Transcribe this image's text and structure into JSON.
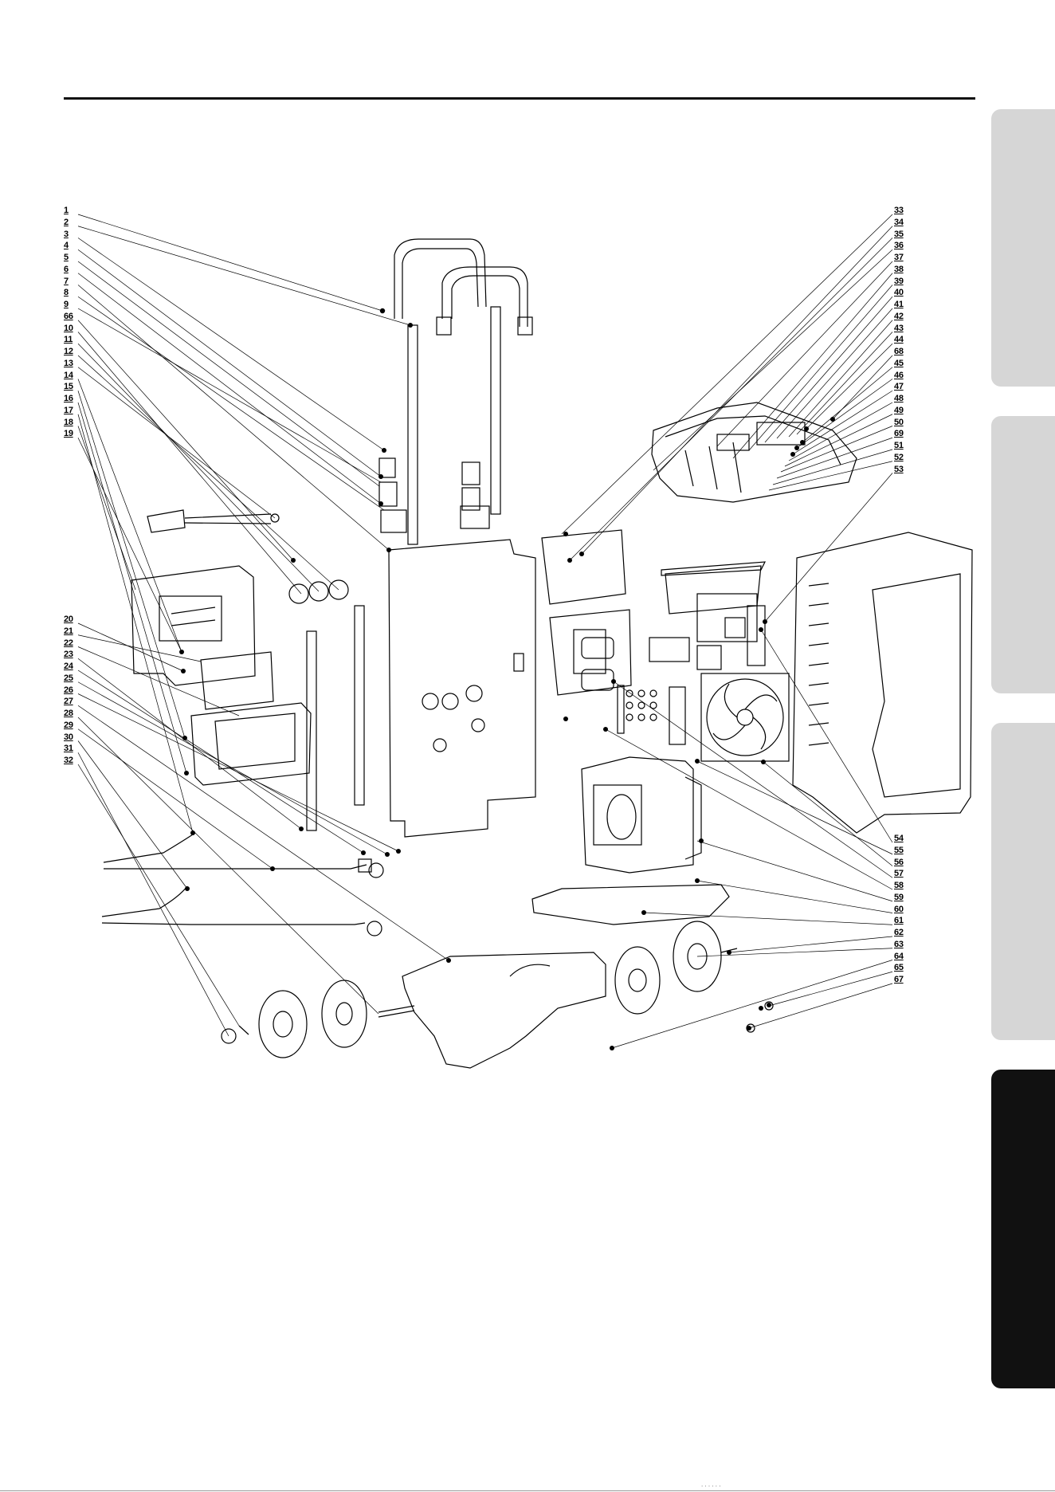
{
  "left_callouts": [
    "1",
    "2",
    "3",
    "4",
    "5",
    "6",
    "7",
    "8",
    "9",
    "66",
    "10",
    "11",
    "12",
    "13",
    "14",
    "15",
    "16",
    "17",
    "18",
    "19",
    "20",
    "21",
    "22",
    "23",
    "24",
    "25",
    "26",
    "27",
    "28",
    "29",
    "30",
    "31",
    "32"
  ],
  "right_callouts": [
    "33",
    "34",
    "35",
    "36",
    "37",
    "38",
    "39",
    "40",
    "41",
    "42",
    "43",
    "44",
    "68",
    "45",
    "46",
    "47",
    "48",
    "49",
    "50",
    "69",
    "51",
    "52",
    "53",
    "54",
    "55",
    "56",
    "57",
    "58",
    "59",
    "60",
    "61",
    "62",
    "63",
    "64",
    "65",
    "67"
  ],
  "footer": {
    "text": "· · · · · ·"
  }
}
